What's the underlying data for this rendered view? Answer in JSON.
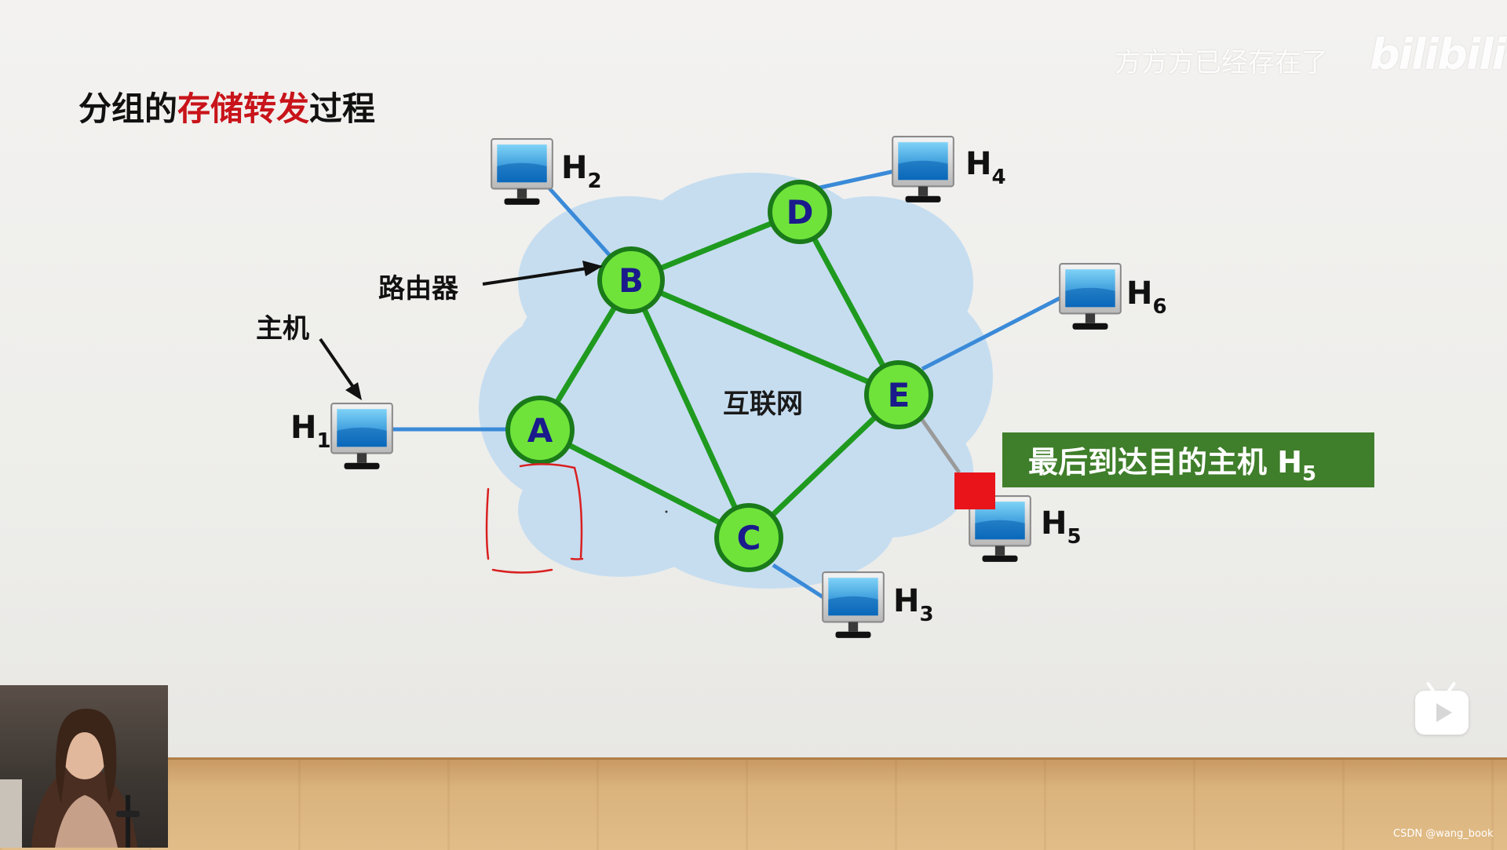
{
  "slide": {
    "title_prefix": "分组的",
    "title_highlight": "存储转发",
    "title_suffix": "过程",
    "highlight_color": "#c8141a"
  },
  "watermark": {
    "uploader": "方方方已经存在了",
    "platform_logo": "bilibili"
  },
  "credit": "CSDN @wang_book",
  "diagram": {
    "cloud_label": "互联网",
    "router_callout": "路由器",
    "host_callout": "主机",
    "routers": [
      "A",
      "B",
      "C",
      "D",
      "E"
    ],
    "hosts": [
      {
        "base": "H",
        "sub": "1"
      },
      {
        "base": "H",
        "sub": "2"
      },
      {
        "base": "H",
        "sub": "3"
      },
      {
        "base": "H",
        "sub": "4"
      },
      {
        "base": "H",
        "sub": "5"
      },
      {
        "base": "H",
        "sub": "6"
      }
    ],
    "banner": {
      "text": "最后到达目的主机 ",
      "base": "H",
      "sub": "5"
    },
    "colors": {
      "router_fill": "#6fe33a",
      "router_stroke": "#1a7a1a",
      "router_label": "#1a1a8c",
      "router_link": "#1f9a1f",
      "host_link": "#3a8ad8",
      "cloud": "#c6ddf0",
      "packet": "#e8141a",
      "banner_bg": "#3f7e2a",
      "annotation": "#d92020"
    }
  },
  "controls": {
    "play_icon": "play-icon",
    "presenter": "presenter-webcam"
  }
}
